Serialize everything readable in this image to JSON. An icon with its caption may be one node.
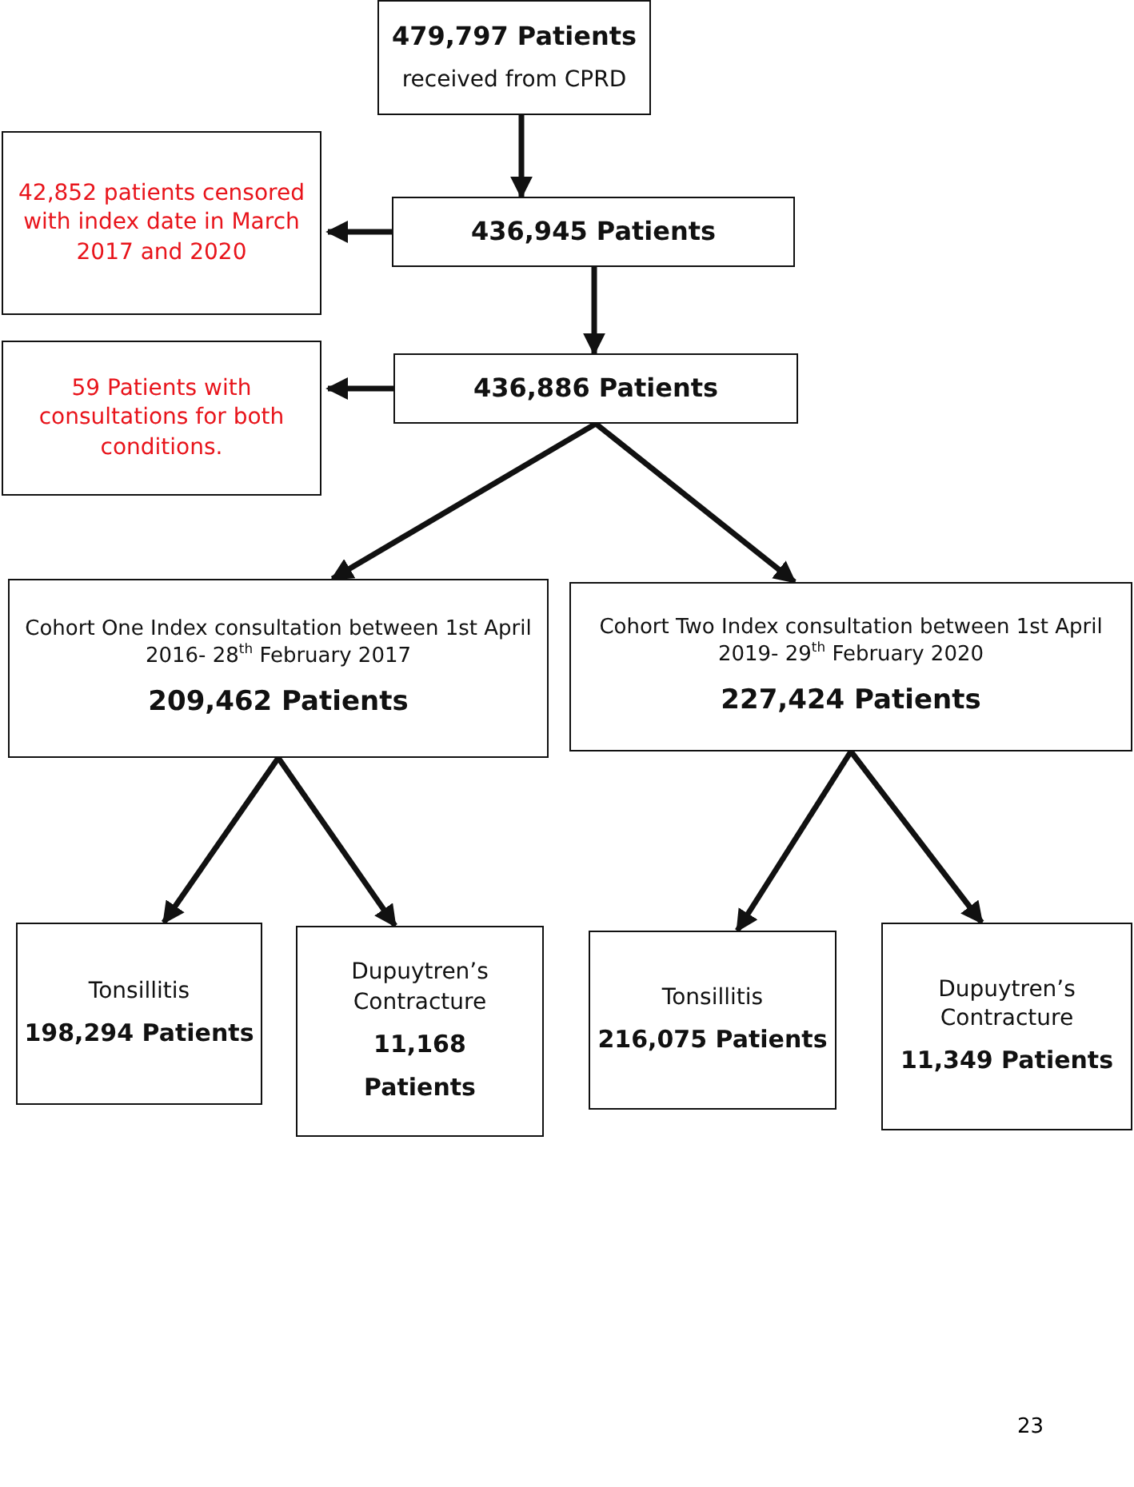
{
  "diagram": {
    "nodes": [
      {
        "text": [
          "479,797 Patients",
          "received from CPRD"
        ]
      },
      {
        "text": [
          "42,852 patients censored with index date in March 2017 and 2020"
        ]
      },
      {
        "text": [
          "436,945 Patients"
        ]
      },
      {
        "text": [
          "59 Patients with consultations for both conditions."
        ]
      },
      {
        "text": [
          "436,886 Patients"
        ]
      },
      {
        "text": [
          "Cohort One Index consultation between 1st April 2016- 28$^{th}$ February 2017",
          "209,462 Patients"
        ]
      },
      {
        "text": [
          "Cohort Two Index consultation between 1st April 2019- 29$^{th}$ February 2020",
          "227,424 Patients"
        ]
      },
      {
        "text": [
          "Tonsillitis",
          "198,294 Patients"
        ]
      },
      {
        "text": [
          "Dupuytren’s Contracture",
          "11,168",
          "Patients"
        ]
      },
      {
        "text": [
          "Tonsillitis",
          "216,075 Patients"
        ]
      },
      {
        "text": [
          "Dupuytren’s Contracture",
          "11,349 Patients"
        ]
      }
    ],
    "edges": [
      {
        "from": 0,
        "to": 2,
        "arrow": "to"
      },
      {
        "from": 2,
        "to": 1,
        "arrow": "to"
      },
      {
        "from": 2,
        "to": 4,
        "arrow": "to"
      },
      {
        "from": 4,
        "to": 3,
        "arrow": "to"
      },
      {
        "from": 4,
        "to": 5,
        "arrow": "to"
      },
      {
        "from": 4,
        "to": 6,
        "arrow": "to"
      },
      {
        "from": 5,
        "to": 7,
        "arrow": "to"
      },
      {
        "from": 5,
        "to": 8,
        "arrow": "to"
      },
      {
        "from": 6,
        "to": 9,
        "arrow": "to"
      },
      {
        "from": 6,
        "to": 10,
        "arrow": "to"
      }
    ],
    "labels": [
      "23"
    ]
  }
}
